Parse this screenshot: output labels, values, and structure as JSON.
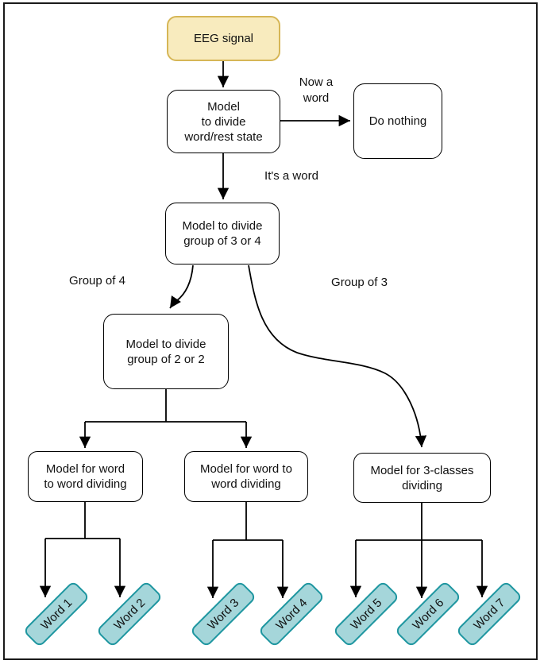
{
  "colors": {
    "background": "#FFFFFF",
    "line": "#000000",
    "eeg_fill": "#F8EBBE",
    "eeg_stroke": "#D6B656",
    "node_fill": "#FFFFFF",
    "node_stroke": "#000000",
    "word_fill": "#A5D6DA",
    "word_stroke": "#1E96A0"
  },
  "nodes": {
    "eeg": "EEG signal",
    "word_rest": "Model\nto divide\nword/rest state",
    "do_nothing": "Do nothing",
    "group_3_or_4": "Model to divide\ngroup of 3 or 4",
    "group_2_or_2": "Model to divide\ngroup of 2 or 2",
    "word_to_word_left": "Model for word\nto word dividing",
    "word_to_word_right": "Model for word to\nword dividing",
    "three_classes": "Model for 3-classes\ndividing"
  },
  "words": [
    "Word 1",
    "Word 2",
    "Word 3",
    "Word 4",
    "Word 5",
    "Word 6",
    "Word 7"
  ],
  "edge_labels": {
    "now_a_word": "Now a\nword",
    "its_a_word": "It's a word",
    "group_of_4": "Group of 4",
    "group_of_3": "Group of 3"
  }
}
